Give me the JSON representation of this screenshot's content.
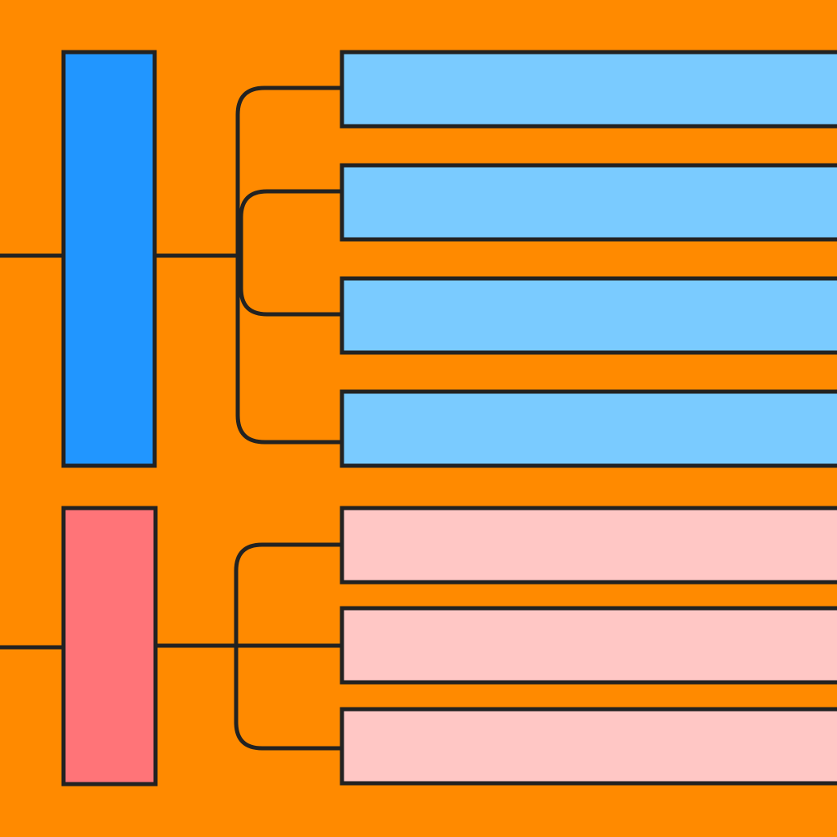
{
  "colors": {
    "background": "#FF8A00",
    "stroke": "#222222",
    "group_a_parent": "#2196FF",
    "group_a_child": "#7ACBFF",
    "group_b_parent": "#FF7478",
    "group_b_child": "#FFC7C5"
  },
  "groups": [
    {
      "name": "group-a",
      "parent_color_key": "group_a_parent",
      "child_color_key": "group_a_child",
      "child_count": 4
    },
    {
      "name": "group-b",
      "parent_color_key": "group_b_parent",
      "child_color_key": "group_b_child",
      "child_count": 3
    }
  ]
}
